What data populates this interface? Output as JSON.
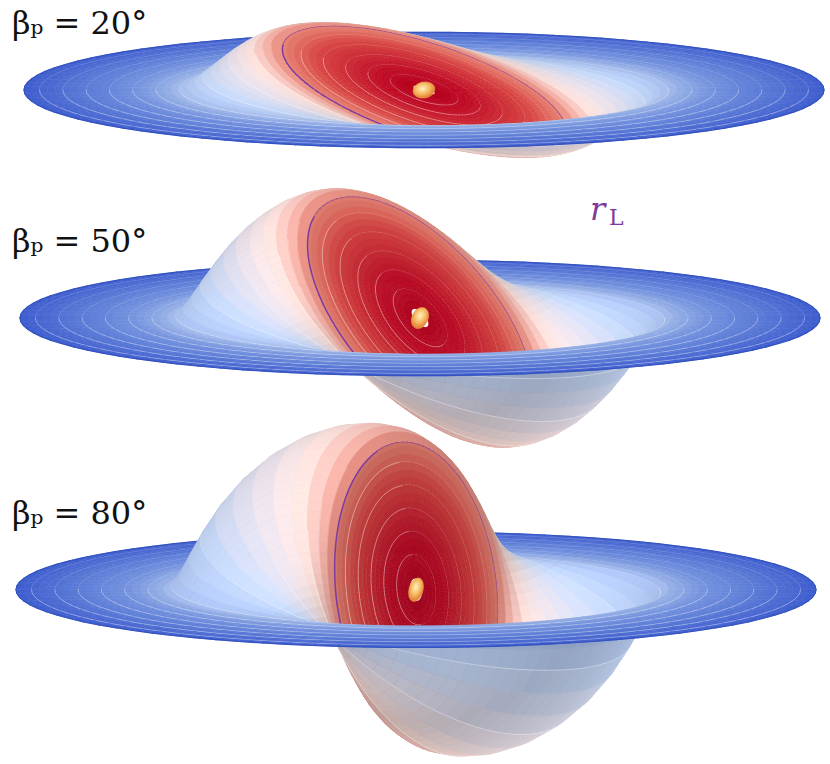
{
  "diagram": {
    "labels": [
      "βₚ = 20°",
      "r",
      "L",
      "βₚ = 50°",
      "βₚ = 80°"
    ]
  }
}
